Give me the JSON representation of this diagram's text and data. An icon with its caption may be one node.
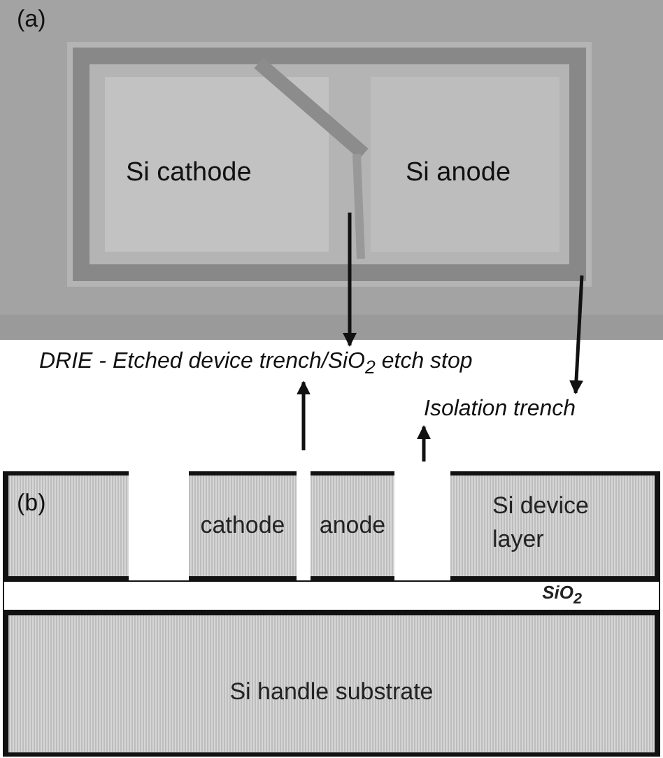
{
  "diagram": {
    "nodes": [
      {
        "text": [
          "DRIE - Etched device trench/SiO$_{2}$ etch stop"
        ]
      },
      {
        "text": [
          "Isolation trench"
        ]
      },
      {
        "text": [],
        "shape": "box"
      },
      {
        "text": [
          "cathode"
        ]
      },
      {
        "text": [
          "anode"
        ]
      },
      {
        "text": [
          "Si device layer"
        ]
      },
      {
        "text": [
          "SiO$_{2}$"
        ]
      },
      {
        "text": [
          "Si handle substrate"
        ]
      }
    ],
    "edges": [
      {
        "from": null,
        "to": 0,
        "arrow": "to"
      },
      {
        "from": null,
        "to": 1,
        "arrow": "to"
      },
      {
        "from": null,
        "to": 0,
        "arrow": "to"
      },
      {
        "from": null,
        "to": 1,
        "arrow": "to"
      }
    ],
    "labels": [
      "(a)",
      "Si cathode",
      "Si anode",
      "(b)"
    ]
  }
}
